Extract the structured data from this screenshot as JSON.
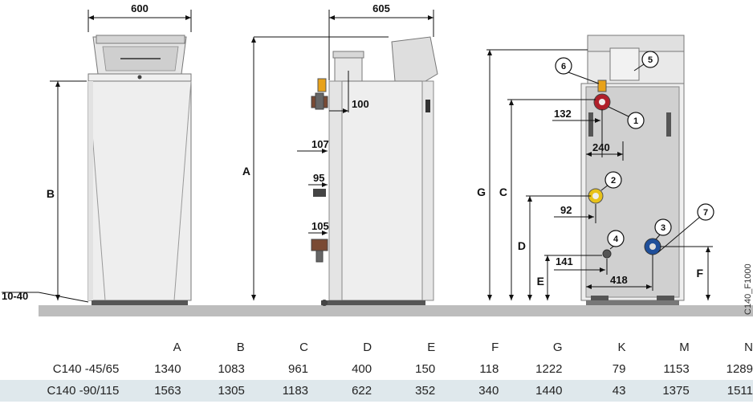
{
  "figure": {
    "dims": {
      "front_width": "600",
      "side_depth": "605",
      "side_100": "100",
      "side_107": "107",
      "side_95": "95",
      "side_105": "105",
      "back_132": "132",
      "back_240": "240",
      "back_92": "92",
      "back_141": "141",
      "back_418": "418",
      "feet": "10-40"
    },
    "letters": {
      "A": "A",
      "B": "B",
      "C": "C",
      "D": "D",
      "E": "E",
      "F": "F",
      "G": "G"
    },
    "callouts": [
      "1",
      "2",
      "3",
      "4",
      "5",
      "6",
      "7"
    ],
    "ref_code": "C140_F1000",
    "colors": {
      "connection_1": "#b0202a",
      "connection_2": "#e8c21a",
      "connection_3": "#1f4f9a",
      "connection_4": "#555555",
      "connection_6": "#e8a21a",
      "panel": "#d0d0d0",
      "body": "#eeeeee",
      "floor": "#bdbdbd"
    }
  },
  "table": {
    "headers": [
      "",
      "A",
      "B",
      "C",
      "D",
      "E",
      "F",
      "G",
      "K",
      "M",
      "N"
    ],
    "rows": [
      [
        "C140 -45/65",
        "1340",
        "1083",
        "961",
        "400",
        "150",
        "118",
        "1222",
        "79",
        "1153",
        "1289"
      ],
      [
        "C140 -90/115",
        "1563",
        "1305",
        "1183",
        "622",
        "352",
        "340",
        "1440",
        "43",
        "1375",
        "1511"
      ]
    ]
  }
}
